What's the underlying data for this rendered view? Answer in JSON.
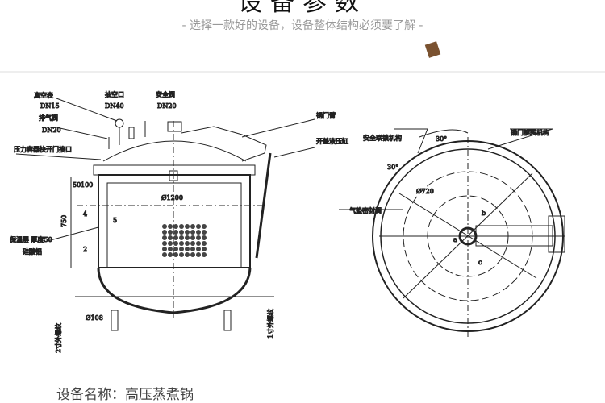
{
  "header": {
    "title": "设备参数",
    "subtitle": "-   选择一款好的设备，设备整体结构必须要了解 -"
  },
  "drawing_left": {
    "vacuum_gauge": "真空表",
    "vacuum_gauge_dn": "DN15",
    "exhaust_valve": "排气阀",
    "exhaust_valve_dn": "DN20",
    "vacuum_port": "抽空口",
    "vacuum_port_dn": "DN40",
    "safety_valve": "安全阀",
    "safety_valve_dn": "DN20",
    "quick_door": "压力容器快开门接口",
    "door_arm": "锅门臂",
    "hydraulic": "开盖液压缸",
    "insulation": "保温层  厚度50",
    "insulation_material": "硅酸铝",
    "dim_diameter": "Ø1200",
    "dim_height": "750",
    "dim_50": "50",
    "dim_100": "100",
    "dim_4": "4",
    "dim_5": "5",
    "dim_2": "2",
    "dim_pipe": "Ø108",
    "thread_2": "2寸外螺纹",
    "thread_1": "1寸外螺纹"
  },
  "drawing_right": {
    "interlock": "安全联锁机构",
    "rotation": "锅门旋转机构",
    "seal_valve": "气垫密封阀",
    "angle_1": "30°",
    "angle_2": "30°",
    "dim_720": "Ø720",
    "a": "a",
    "b": "b",
    "c": "c"
  },
  "footer": {
    "label": "设备名称：高压蒸煮锅"
  }
}
